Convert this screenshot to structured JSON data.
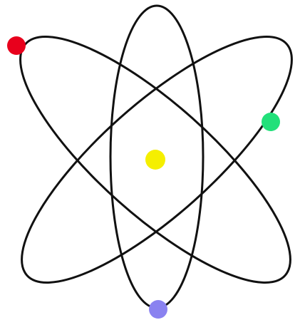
{
  "diagram": {
    "colors": {
      "background": "#ffffff",
      "orbit_stroke": "#111111",
      "nucleus": "#f5ef00",
      "electron_top_left": "#e8001c",
      "electron_right": "#22e07a",
      "electron_bottom": "#8a82f0"
    },
    "orbits": [
      "vertical-orbit",
      "diagonal-orbit-down",
      "diagonal-orbit-up"
    ],
    "electrons": [
      "electron-red",
      "electron-green",
      "electron-blue"
    ],
    "nucleus": "nucleus"
  }
}
